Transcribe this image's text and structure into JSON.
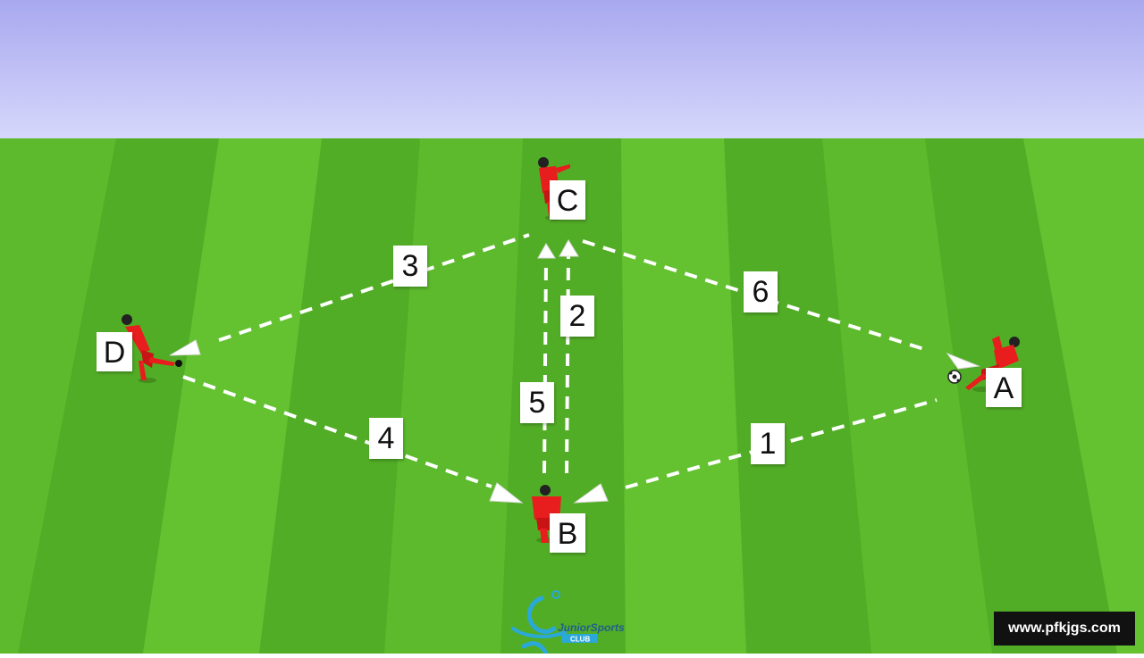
{
  "positions": {
    "a": "A",
    "b": "B",
    "c": "C",
    "d": "D"
  },
  "steps": [
    "1",
    "2",
    "3",
    "4",
    "5",
    "6"
  ],
  "logo": {
    "text": "JuniorSports",
    "subtext": "CLUB"
  },
  "watermark": "www.pfkjgs.com",
  "colors": {
    "sky": "#b9b9f3",
    "grass_light": "#66c232",
    "grass_dark": "#52ad27",
    "player_kit": "#e81d1d",
    "cone": "#ffffff",
    "pass_line": "#ffffff",
    "logo_blue": "#2aa8d8"
  }
}
